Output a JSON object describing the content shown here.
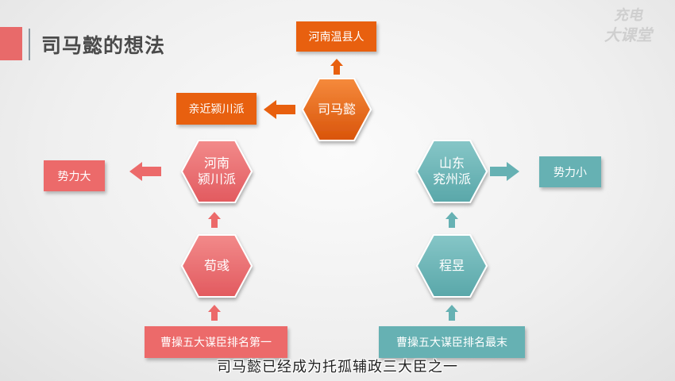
{
  "title": "司马懿的想法",
  "logo": {
    "line1": "充电",
    "line2": "大课堂"
  },
  "nodes": {
    "simayi": "司马懿",
    "henan_yingchuan": "河南\n颍川派",
    "shandong_yanzhou": "山东\n兖州派",
    "xunyu": "荀彧",
    "chengyu": "程昱"
  },
  "boxes": {
    "hometown": "河南温县人",
    "close_to": "亲近颍川派",
    "strong": "势力大",
    "weak": "势力小",
    "rank_first": "曹操五大谋臣排名第一",
    "rank_last": "曹操五大谋臣排名最末"
  },
  "subtitle": "司马懿已经成为托孤辅政三大臣之一",
  "colors": {
    "orange": "#e8600f",
    "red": "#ec6a6a",
    "teal": "#66b1b3",
    "title_accent": "#e86a6a"
  }
}
